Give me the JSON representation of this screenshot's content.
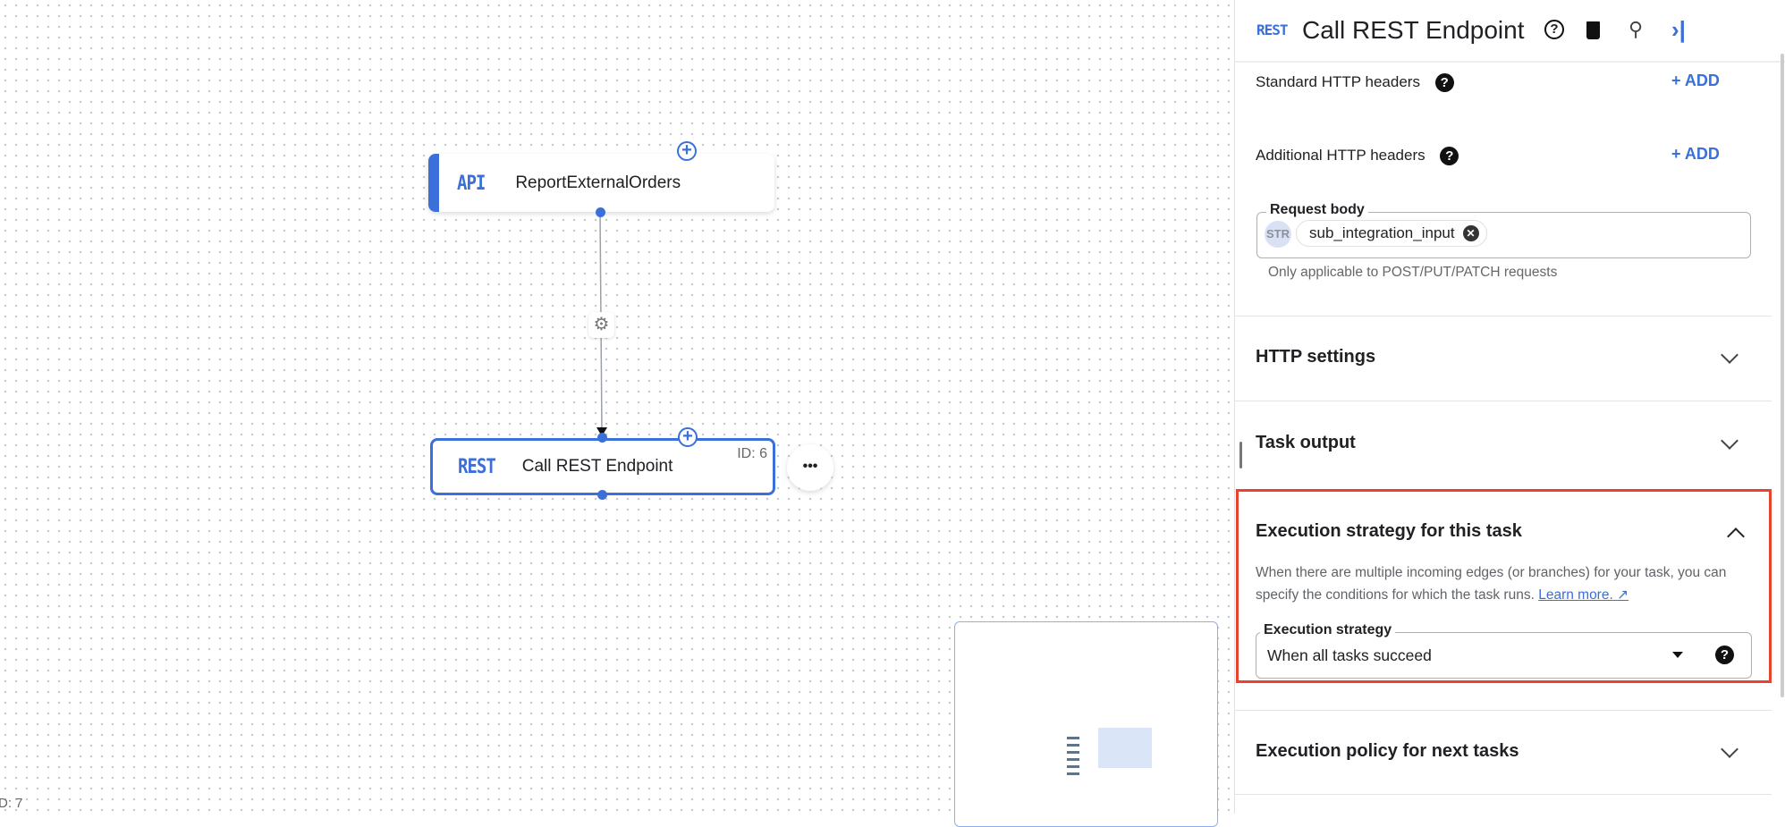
{
  "canvas": {
    "nodes": [
      {
        "tag": "API",
        "label": "ReportExternalOrders"
      },
      {
        "tag": "REST",
        "label": "Call REST Endpoint",
        "id_label": "ID: 6"
      }
    ],
    "offscreen_id_label": "D: 7",
    "more_label": "•••"
  },
  "panel": {
    "tag": "REST",
    "title": "Call REST Endpoint",
    "standard_headers": "Standard HTTP headers",
    "additional_headers": "Additional HTTP headers",
    "add_label": "ADD",
    "request_body": {
      "label": "Request body",
      "type": "STR",
      "value": "sub_integration_input",
      "hint": "Only applicable to POST/PUT/PATCH requests"
    },
    "sections": {
      "http_settings": "HTTP settings",
      "task_output": "Task output",
      "execution_strategy": "Execution strategy for this task",
      "execution_policy": "Execution policy for next tasks"
    },
    "strategy_description": "When there are multiple incoming edges (or branches) for your task, you can specify the conditions for which the task runs.",
    "learn_more": "Learn more.",
    "strategy_select": {
      "label": "Execution strategy",
      "value": "When all tasks succeed"
    },
    "highlight_color": "#e8432f",
    "accent_color": "#3b6fd9"
  }
}
